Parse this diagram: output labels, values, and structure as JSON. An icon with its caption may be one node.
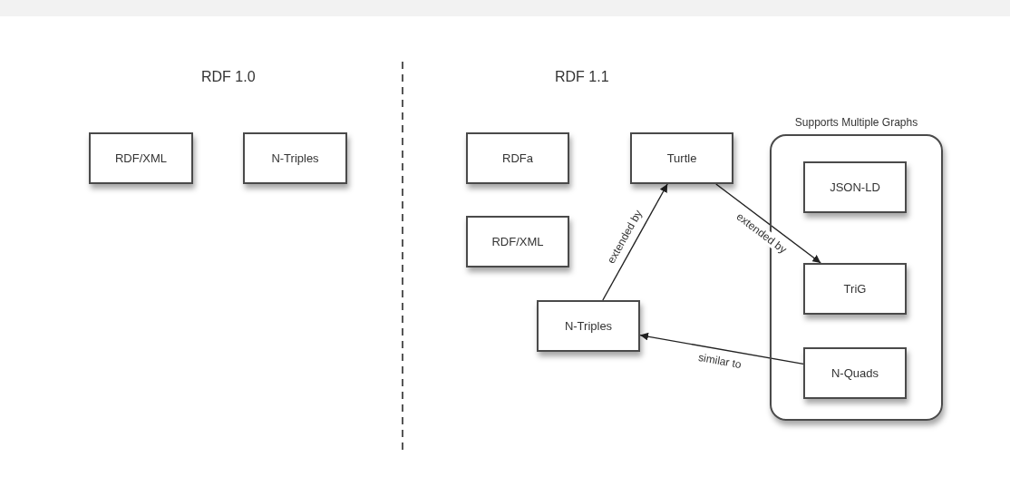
{
  "diagram": {
    "nodes": [
      {
        "text": [
          "RDF/XML"
        ]
      },
      {
        "text": [
          "N-Triples"
        ]
      },
      {
        "text": [
          "RDFa"
        ]
      },
      {
        "text": [
          "Turtle"
        ]
      },
      {
        "text": [
          "RDF/XML"
        ]
      },
      {
        "text": [
          "Supports Multiple Graphs"
        ]
      },
      {
        "text": [
          "JSON-LD"
        ],
        "in": 5
      },
      {
        "text": [
          "TriG"
        ],
        "in": 5
      },
      {
        "text": [
          "N-Quads"
        ],
        "in": 5
      },
      {
        "text": [
          "N-Triples"
        ]
      }
    ],
    "edges": [
      {
        "from": 9,
        "to": 3,
        "arrow": "to",
        "label": "extended by"
      },
      {
        "from": 3,
        "to": 7,
        "arrow": "to",
        "label": "extended by"
      },
      {
        "from": 8,
        "to": 9,
        "arrow": "to",
        "label": "similar to"
      }
    ],
    "labels": [
      "RDF 1.0",
      "RDF 1.1"
    ]
  }
}
